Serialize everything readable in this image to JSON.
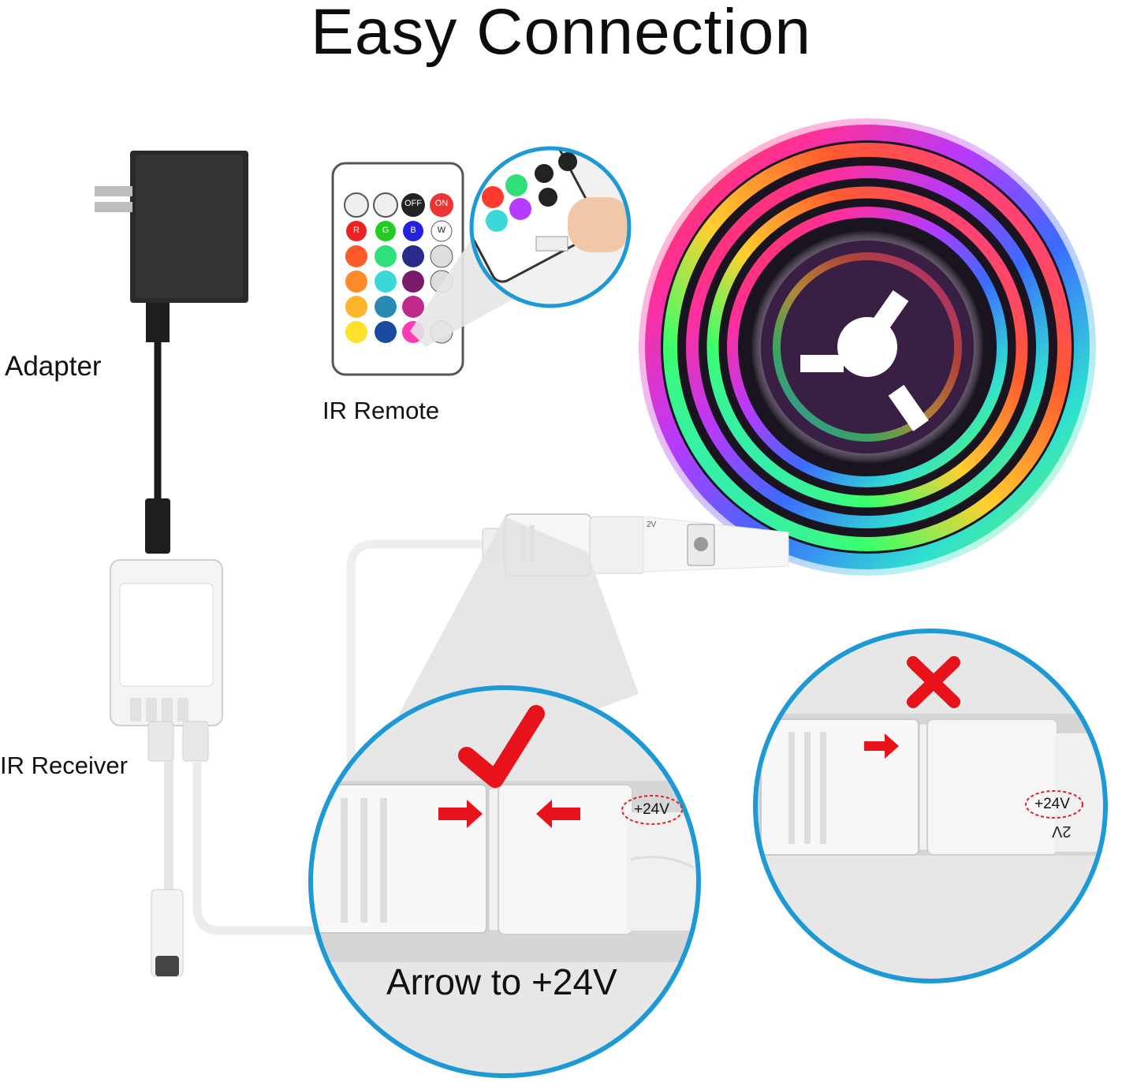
{
  "title": "Easy Connection",
  "labels": {
    "adapter": "Adapter",
    "ir_remote": "IR Remote",
    "ir_receiver": "IR Receiver"
  },
  "remote": {
    "top_buttons": [
      "",
      "",
      "OFF",
      "ON"
    ],
    "rgbw_buttons": [
      "R",
      "G",
      "B",
      "W"
    ]
  },
  "strip_mark": "2V",
  "correct_view": {
    "caption": "Arrow to +24V",
    "voltage_mark": "+24V"
  },
  "wrong_view": {
    "voltage_mark": "+24V",
    "mirrored_mark": "2V"
  },
  "colors": {
    "circle_border": "#1d9ad6",
    "mark_red": "#e8121a",
    "lens_grey": "#dadada",
    "dashed_red": "#d9242b"
  }
}
